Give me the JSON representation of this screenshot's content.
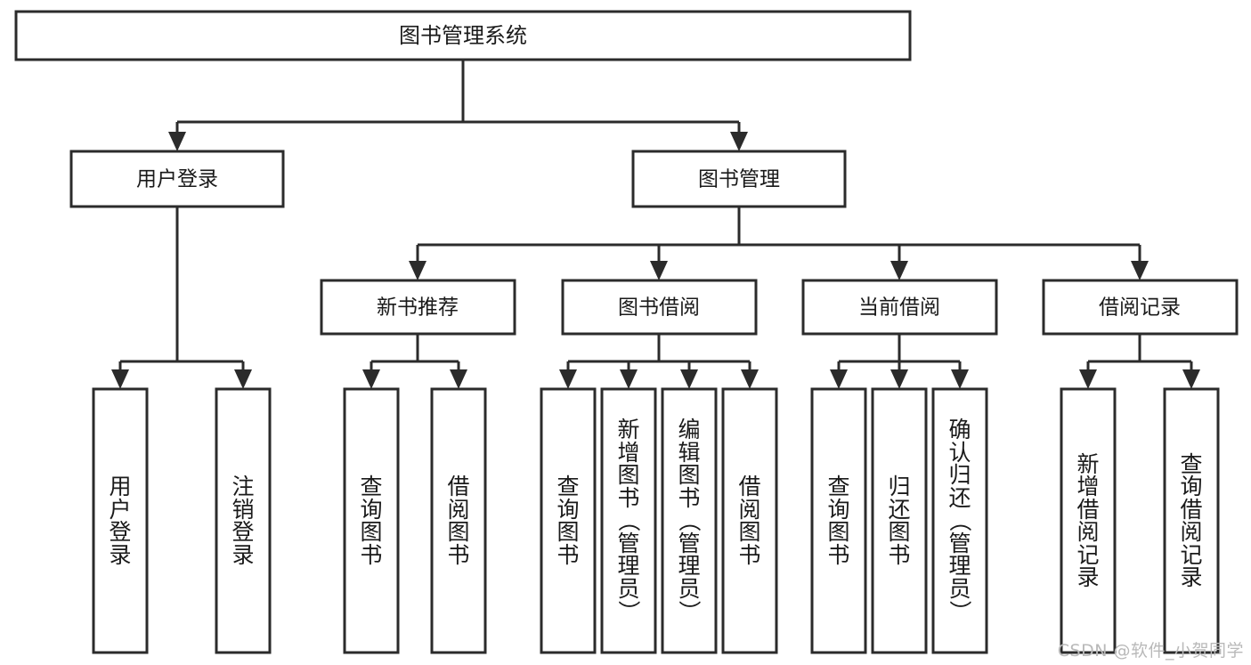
{
  "diagram": {
    "title": "图书管理系统",
    "type": "tree",
    "orientation": "top-down",
    "colors": {
      "box_stroke": "#2b2b2b",
      "box_fill": "#ffffff",
      "connector": "#2b2b2b",
      "text": "#1a1a1a",
      "background": "#ffffff",
      "watermark": "#b9b9b9"
    },
    "root": {
      "label": "图书管理系统"
    },
    "level2": [
      {
        "label": "用户登录"
      },
      {
        "label": "图书管理"
      }
    ],
    "level3": [
      {
        "label": "新书推荐"
      },
      {
        "label": "图书借阅"
      },
      {
        "label": "当前借阅"
      },
      {
        "label": "借阅记录"
      }
    ],
    "leaves": {
      "user_login": [
        {
          "label": "用户登录",
          "chars": [
            "用",
            "户",
            "登",
            "录"
          ]
        },
        {
          "label": "注销登录",
          "chars": [
            "注",
            "销",
            "登",
            "录"
          ]
        }
      ],
      "new_book_recommend": [
        {
          "label": "查询图书",
          "chars": [
            "查",
            "询",
            "图",
            "书"
          ]
        },
        {
          "label": "借阅图书",
          "chars": [
            "借",
            "阅",
            "图",
            "书"
          ]
        }
      ],
      "book_borrow": [
        {
          "label": "查询图书",
          "chars": [
            "查",
            "询",
            "图",
            "书"
          ]
        },
        {
          "label": "新增图书（管理员）",
          "chars": [
            "新",
            "增",
            "图",
            "书",
            "（",
            "管",
            "理",
            "员",
            "）"
          ]
        },
        {
          "label": "编辑图书（管理员）",
          "chars": [
            "编",
            "辑",
            "图",
            "书",
            "（",
            "管",
            "理",
            "员",
            "）"
          ]
        },
        {
          "label": "借阅图书",
          "chars": [
            "借",
            "阅",
            "图",
            "书"
          ]
        }
      ],
      "current_borrow": [
        {
          "label": "查询图书",
          "chars": [
            "查",
            "询",
            "图",
            "书"
          ]
        },
        {
          "label": "归还图书",
          "chars": [
            "归",
            "还",
            "图",
            "书"
          ]
        },
        {
          "label": "确认归还（管理员）",
          "chars": [
            "确",
            "认",
            "归",
            "还",
            "（",
            "管",
            "理",
            "员",
            "）"
          ]
        }
      ],
      "borrow_record": [
        {
          "label": "新增借阅记录",
          "chars": [
            "新",
            "增",
            "借",
            "阅",
            "记",
            "录"
          ]
        },
        {
          "label": "查询借阅记录",
          "chars": [
            "查",
            "询",
            "借",
            "阅",
            "记",
            "录"
          ]
        }
      ]
    },
    "watermark": "CSDN @软件_小贺同学"
  }
}
